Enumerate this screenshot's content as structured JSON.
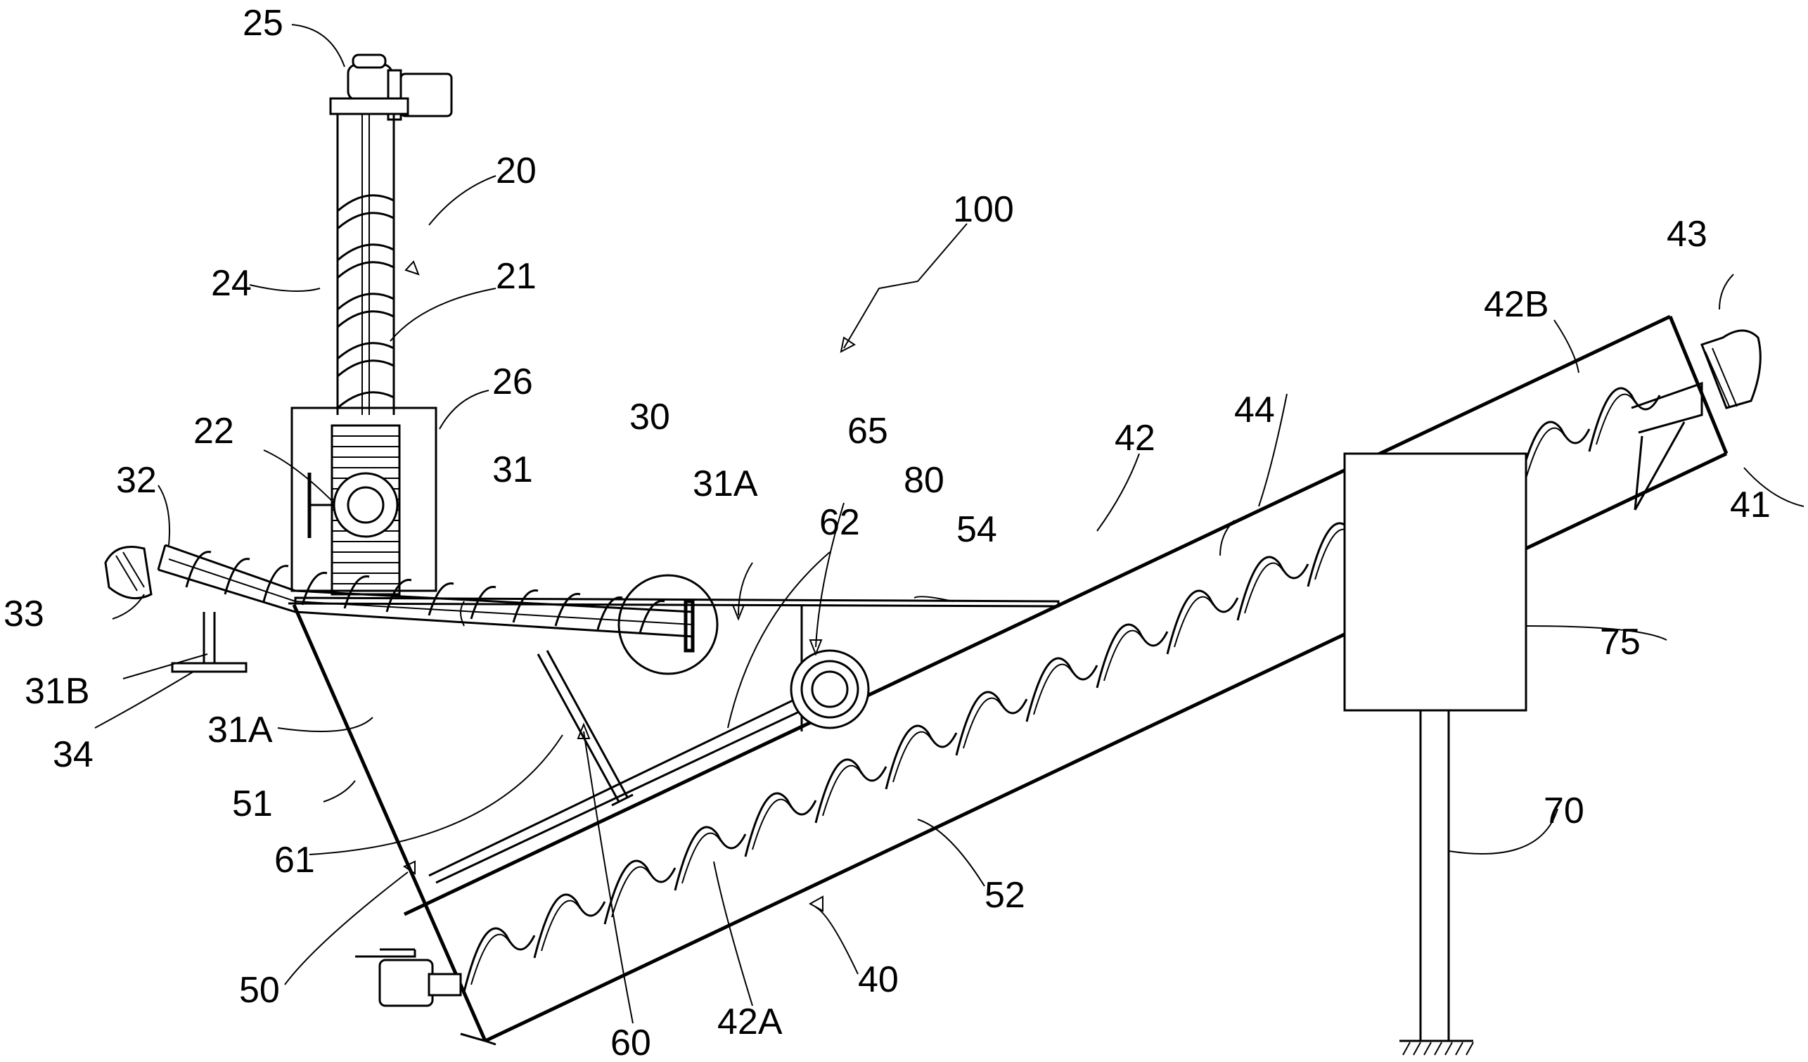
{
  "figure": {
    "labels": [
      {
        "id": "25",
        "text": "25"
      },
      {
        "id": "20",
        "text": "20"
      },
      {
        "id": "100",
        "text": "100"
      },
      {
        "id": "43",
        "text": "43"
      },
      {
        "id": "24",
        "text": "24"
      },
      {
        "id": "21",
        "text": "21"
      },
      {
        "id": "42B",
        "text": "42B"
      },
      {
        "id": "26",
        "text": "26"
      },
      {
        "id": "30",
        "text": "30"
      },
      {
        "id": "65",
        "text": "65"
      },
      {
        "id": "44",
        "text": "44"
      },
      {
        "id": "22",
        "text": "22"
      },
      {
        "id": "31",
        "text": "31"
      },
      {
        "id": "31A-top",
        "text": "31A"
      },
      {
        "id": "80",
        "text": "80"
      },
      {
        "id": "42",
        "text": "42"
      },
      {
        "id": "41",
        "text": "41"
      },
      {
        "id": "32",
        "text": "32"
      },
      {
        "id": "62",
        "text": "62"
      },
      {
        "id": "54",
        "text": "54"
      },
      {
        "id": "33",
        "text": "33"
      },
      {
        "id": "75",
        "text": "75"
      },
      {
        "id": "31B",
        "text": "31B"
      },
      {
        "id": "31A-bottom",
        "text": "31A"
      },
      {
        "id": "34",
        "text": "34"
      },
      {
        "id": "51",
        "text": "51"
      },
      {
        "id": "70",
        "text": "70"
      },
      {
        "id": "61",
        "text": "61"
      },
      {
        "id": "52",
        "text": "52"
      },
      {
        "id": "50",
        "text": "50"
      },
      {
        "id": "40",
        "text": "40"
      },
      {
        "id": "60",
        "text": "60"
      },
      {
        "id": "42A",
        "text": "42A"
      }
    ]
  }
}
